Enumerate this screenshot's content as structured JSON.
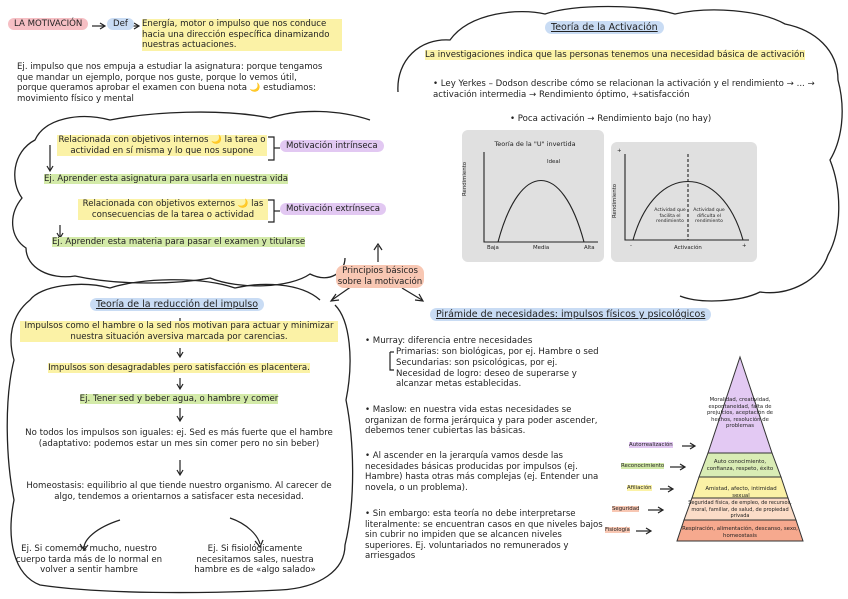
{
  "top": {
    "label": "LA MOTIVACIÓN",
    "def": "Def",
    "definition": "Energía, motor o impulso que nos conduce hacia una dirección específica dinamizando nuestras actuaciones.",
    "example": "Ej. impulso que nos empuja a estudiar la asignatura: porque tengamos que mandar un ejemplo, porque nos guste, porque lo vemos útil, porque queramos aprobar el examen con buena nota 🌙 estudiamos: movimiento físico y mental"
  },
  "intrinseca": {
    "text": "Relacionada con objetivos internos 🌙 la tarea o actividad en sí misma y lo que nos supone",
    "label": "Motivación intrínseca",
    "example": "Ej. Aprender esta asignatura para usarla en nuestra vida"
  },
  "extrinseca": {
    "text": "Relacionada con objetivos externos 🌙 las consecuencias de la tarea o actividad",
    "label": "Motivación extrínseca",
    "example": "Ej. Aprender esta materia para pasar el examen y titularse"
  },
  "activacion": {
    "title": "Teoría de la Activación",
    "intro": "La investigaciones indica que las personas tenemos una necesidad básica de activación",
    "yerkes": "• Ley Yerkes – Dodson describe cómo se relacionan la activación y el rendimiento → ... → activación intermedia → Rendimiento óptimo, +satisfacción",
    "poca": "• Poca activación → Rendimiento bajo (no hay)",
    "graph1": {
      "title": "Teoría de la \"U\" invertida",
      "peak": "Ideal",
      "ylabel": "Rendimiento",
      "ticks": [
        "Baja",
        "Media",
        "Alta"
      ]
    },
    "graph2": {
      "ylabel": "Rendimiento",
      "xlabel": "Activación",
      "plus_y": "+",
      "minus_x": "-",
      "plus_x": "+",
      "left_note": "Actividad que facilita el rendimiento",
      "right_note": "Actividad que dificulta el rendimiento"
    }
  },
  "principios": "Principios básicos sobre la motivación",
  "reduccion": {
    "title": "Teoría de la reducción del impulso",
    "p1": "Impulsos como el hambre o la sed nos motivan para actuar y minimizar nuestra situación aversiva marcada por carencias.",
    "p2": "Impulsos son desagradables pero satisfacción es placentera.",
    "p3": "Ej. Tener sed y beber agua, o hambre y comer",
    "p4": "No todos los impulsos son iguales: ej. Sed es más fuerte que el hambre (adaptativo: podemos estar un mes sin comer pero no sin beber)",
    "p5": "Homeostasis: equilibrio al que tiende nuestro organismo. Al carecer de algo, tendemos a orientarnos a satisfacer esta necesidad.",
    "e1": "Ej. Si comemos mucho, nuestro cuerpo tarda más de lo normal en volver a sentir hambre",
    "e2": "Ej. Si fisiológicamente necesitamos sales, nuestra hambre es de «algo salado»"
  },
  "piramide": {
    "title": "Pirámide de necesidades: impulsos físicos y psicológicos",
    "murray": "• Murray: diferencia entre necesidades",
    "primarias": "Primarias: son biológicas, por ej. Hambre o sed",
    "secundarias": "Secundarias: son psicológicas, por ej. Necesidad de logro: deseo de superarse y alcanzar metas establecidas.",
    "maslow": "• Maslow: en nuestra vida estas necesidades se organizan de forma jerárquica y para poder ascender, debemos tener cubiertas las básicas.",
    "ascender": "• Al ascender en la jerarquía vamos desde las necesidades básicas producidas por impulsos (ej. Hambre) hasta otras más complejas (ej. Entender una novela, o un problema).",
    "sin_embargo": "• Sin embargo: esta teoría no debe interpretarse literalmente: se encuentran casos en que niveles bajos sin cubrir no impiden que se alcancen niveles superiores. Ej. voluntariados no remunerados y arriesgados",
    "levels": [
      {
        "name": "Autorrealización",
        "desc": "Moralidad, creatividad, espontaneidad, falta de prejuicios, aceptación de hechos, resolución de problemas",
        "color": "#e3c9f3"
      },
      {
        "name": "Reconocimiento",
        "desc": "Auto conocimiento, confianza, respeto, éxito",
        "color": "#d9ecb5"
      },
      {
        "name": "Afiliación",
        "desc": "Amistad, afecto, intimidad sexual",
        "color": "#fbf1a6"
      },
      {
        "name": "Seguridad",
        "desc": "Seguridad física, de empleo, de recursos, moral, familiar, de salud, de propiedad privada",
        "color": "#fbdcc7"
      },
      {
        "name": "Fisiología",
        "desc": "Respiración, alimentación, descanso, sexo, homeostasis",
        "color": "#f6a98e"
      }
    ]
  }
}
